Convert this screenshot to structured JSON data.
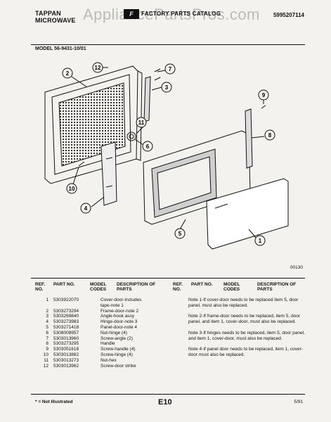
{
  "header": {
    "brand_line1": "TAPPAN",
    "brand_line2": "MICROWAVE",
    "logo_text": "F",
    "title": "FACTORY PARTS CATALOG",
    "doc_number": "5995207114",
    "watermark": "AppliancePartsPros.com"
  },
  "model": "MODEL 56-9431-10/01",
  "figure_id": "00130",
  "callouts": [
    "12",
    "2",
    "7",
    "3",
    "9",
    "11",
    "6",
    "8",
    "10",
    "4",
    "5",
    "1"
  ],
  "columns": {
    "ref": "REF. NO.",
    "part": "PART NO.",
    "model": "MODEL CODES",
    "desc": "DESCRIPTION OF PARTS"
  },
  "parts": [
    {
      "ref": "1",
      "part": "5303922070",
      "desc": "Cover-door-includes"
    },
    {
      "ref": "",
      "part": "",
      "desc": "tape-note 1"
    },
    {
      "ref": "2",
      "part": "5303273294",
      "desc": "Frame-door-note 2"
    },
    {
      "ref": "3",
      "part": "5303269840",
      "desc": "Angle-hook assy"
    },
    {
      "ref": "4",
      "part": "5303273983",
      "desc": "Hinge-door-note 3"
    },
    {
      "ref": "5",
      "part": "5303271418",
      "desc": "Panel-door-note 4"
    },
    {
      "ref": "6",
      "part": "5308008957",
      "desc": "Nut-hinge (4)"
    },
    {
      "ref": "7",
      "part": "5303013960",
      "desc": "Screw-angle (2)"
    },
    {
      "ref": "8",
      "part": "5303273295",
      "desc": "Handle"
    },
    {
      "ref": "9",
      "part": "5303051618",
      "desc": "Screw-handle (4)"
    },
    {
      "ref": "10",
      "part": "5303013882",
      "desc": "Screw-hinge (4)"
    },
    {
      "ref": "11",
      "part": "5303013273",
      "desc": "Nut-hex"
    },
    {
      "ref": "12",
      "part": "5303013962",
      "desc": "Screw-door strike"
    }
  ],
  "notes": [
    "Note 1-If cover-door needs to be replaced item 5, door panel, must also be replaced.",
    "Note 2-If frame-door needs to be replaced, item 5, door panel, and item 1, cover-door, must also be replaced.",
    "Note 3-If hinges needs to be replaced, item 5, door panel, and item 1, cover-door, must also be replaced.",
    "Note 4-If panel door needs to be replaced, item 1, cover-door must also be replaced."
  ],
  "footer": {
    "legend": "* = Not Illustrated",
    "page": "E10",
    "date": "5/91"
  }
}
